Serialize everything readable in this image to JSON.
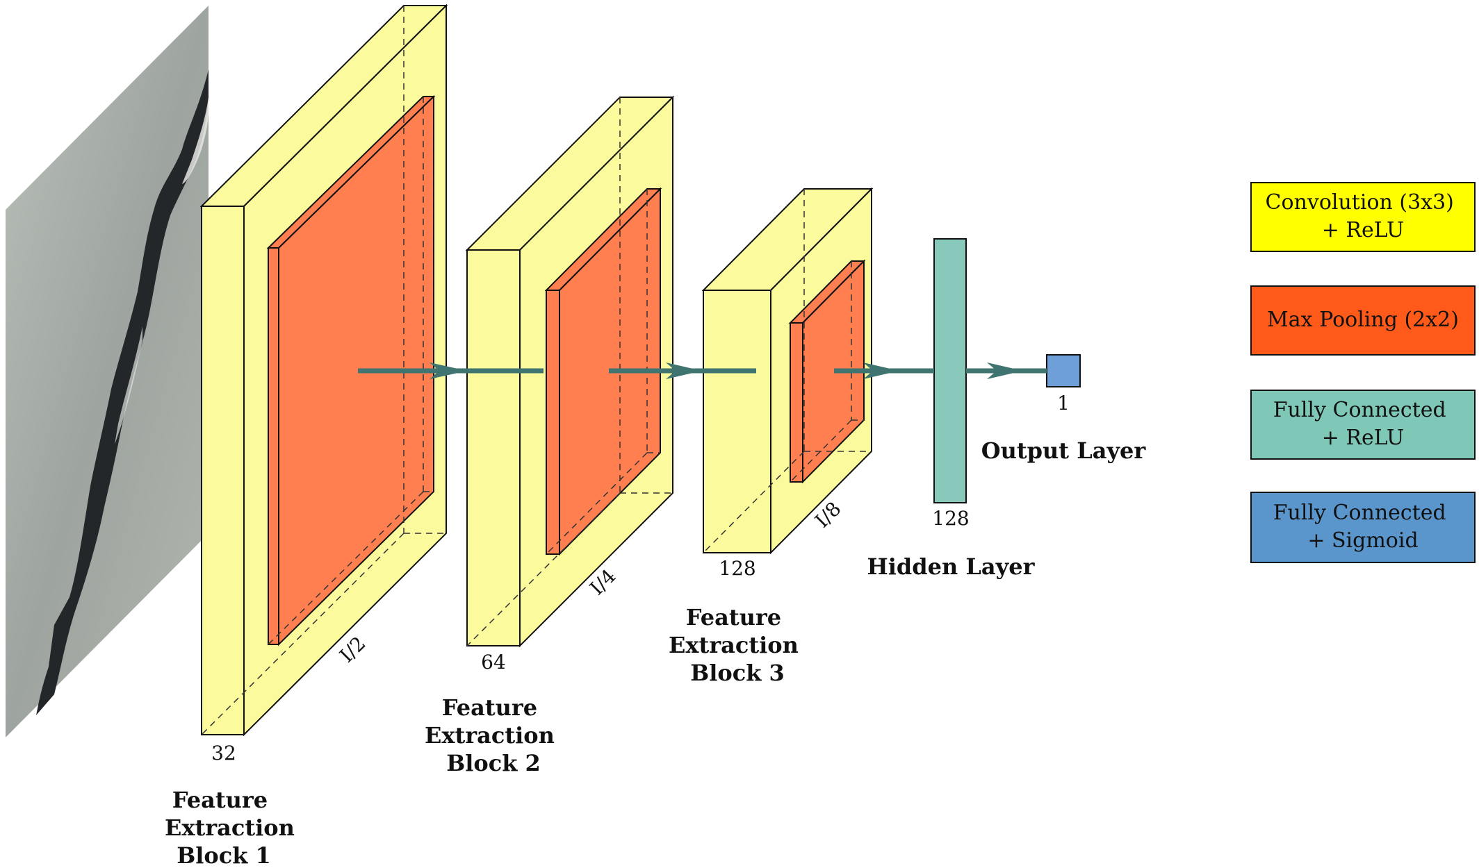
{
  "blocks": [
    {
      "name": "Feature Extraction Block 1",
      "lines": [
        "Feature",
        "Extraction",
        "Block 1"
      ],
      "depth_label": "32",
      "size_label": "I/2"
    },
    {
      "name": "Feature Extraction Block 2",
      "lines": [
        "Feature",
        "Extraction",
        "Block 2"
      ],
      "depth_label": "64",
      "size_label": "I/4"
    },
    {
      "name": "Feature Extraction Block 3",
      "lines": [
        "Feature",
        "Extraction",
        "Block 3"
      ],
      "depth_label": "128",
      "size_label": "I/8"
    }
  ],
  "hidden_layer": {
    "label": "Hidden Layer",
    "units_label": "128"
  },
  "output_layer": {
    "label": "Output Layer",
    "units_label": "1"
  },
  "legend": [
    {
      "key": "conv",
      "lines": [
        "Convolution (3x3)",
        "+ ReLU"
      ],
      "color": "#ffff00"
    },
    {
      "key": "pool",
      "lines": [
        "Max Pooling (2x2)"
      ],
      "color": "#ff5a1a"
    },
    {
      "key": "fc_relu",
      "lines": [
        "Fully Connected",
        "+ ReLU"
      ],
      "color": "#7fc8b8"
    },
    {
      "key": "fc_sigmoid",
      "lines": [
        "Fully Connected",
        "+ Sigmoid"
      ],
      "color": "#5a96cc"
    }
  ],
  "colors": {
    "conv_fill": "#fbfb9e",
    "pool_fill": "#ff7f50",
    "hidden_fill": "#88c9bb",
    "output_fill": "#6e9fd8",
    "arrow": "#3f7470"
  }
}
